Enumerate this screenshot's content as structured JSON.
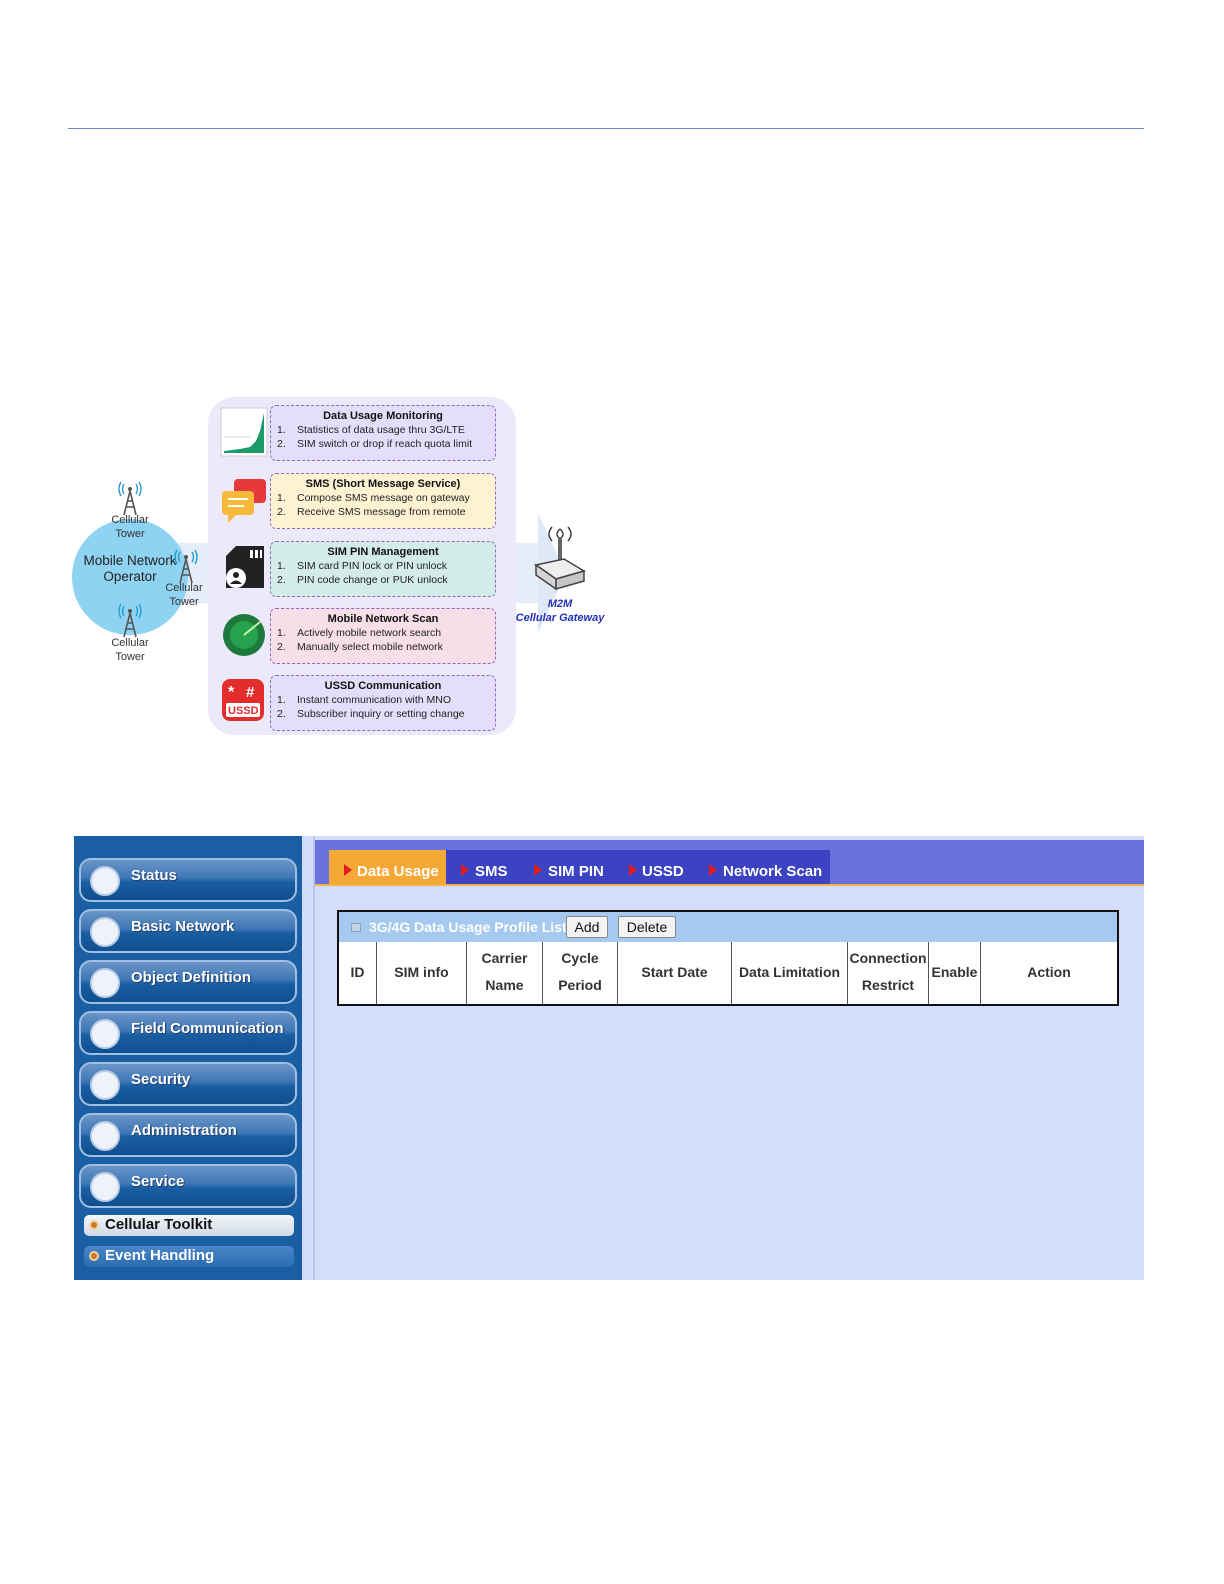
{
  "diagram": {
    "operator": "Mobile Network Operator",
    "operator_line1": "Mobile Network",
    "operator_line2": "Operator",
    "towers": [
      "Cellular Tower",
      "Cellular Tower",
      "Cellular Tower"
    ],
    "tower_line1": "Cellular",
    "tower_line2": "Tower",
    "features": [
      {
        "title": "Data Usage Monitoring",
        "items": [
          "Statistics of data usage thru 3G/LTE",
          "SIM switch or drop if reach quota limit"
        ],
        "color": "#e4defa"
      },
      {
        "title": "SMS (Short Message Service)",
        "items": [
          "Compose SMS message on gateway",
          "Receive SMS message from remote"
        ],
        "color": "#fdf3d3"
      },
      {
        "title": "SIM PIN Management",
        "items": [
          "SIM card PIN lock or PIN unlock",
          "PIN code change or PUK unlock"
        ],
        "color": "#d3ece8"
      },
      {
        "title": "Mobile Network Scan",
        "items": [
          "Actively mobile network search",
          "Manually select mobile network"
        ],
        "color": "#f6dfe8"
      },
      {
        "title": "USSD Communication",
        "items": [
          "Instant communication with MNO",
          "Subscriber inquiry or setting change"
        ],
        "color": "#e4defa"
      }
    ],
    "numbers": [
      "1.",
      "2."
    ],
    "gateway_line1": "M2M",
    "gateway_line2": "Cellular Gateway"
  },
  "ui": {
    "sidebar": {
      "items": [
        {
          "label": "Status",
          "icon": "status-chart-icon"
        },
        {
          "label": "Basic Network",
          "icon": "globe-icon"
        },
        {
          "label": "Object Definition",
          "icon": "object-icon"
        },
        {
          "label": "Field Communication",
          "icon": "cloud-icon"
        },
        {
          "label": "Security",
          "icon": "shield-icon"
        },
        {
          "label": "Administration",
          "icon": "admin-user-icon"
        },
        {
          "label": "Service",
          "icon": "service-icon"
        }
      ],
      "sub_items": [
        "Cellular Toolkit",
        "Event Handling"
      ]
    },
    "tabs": [
      "Data Usage",
      "SMS",
      "SIM PIN",
      "USSD",
      "Network Scan"
    ],
    "table": {
      "title": "3G/4G Data Usage Profile List",
      "add_label": "Add",
      "delete_label": "Delete",
      "columns": [
        {
          "line1": "ID",
          "line2": ""
        },
        {
          "line1": "SIM info",
          "line2": ""
        },
        {
          "line1": "Carrier",
          "line2": "Name"
        },
        {
          "line1": "Cycle",
          "line2": "Period"
        },
        {
          "line1": "Start Date",
          "line2": ""
        },
        {
          "line1": "Data Limitation",
          "line2": ""
        },
        {
          "line1": "Connection",
          "line2": "Restrict"
        },
        {
          "line1": "Enable",
          "line2": ""
        },
        {
          "line1": "Action",
          "line2": ""
        }
      ]
    },
    "colors": {
      "sidebar": "#1a5ea3",
      "tab_active": "#f6a836",
      "tab": "#3b43c2",
      "tab_bar": "#6a72e0",
      "content_bg": "#d4ddfa",
      "table_header": "#a5c9ef"
    }
  }
}
